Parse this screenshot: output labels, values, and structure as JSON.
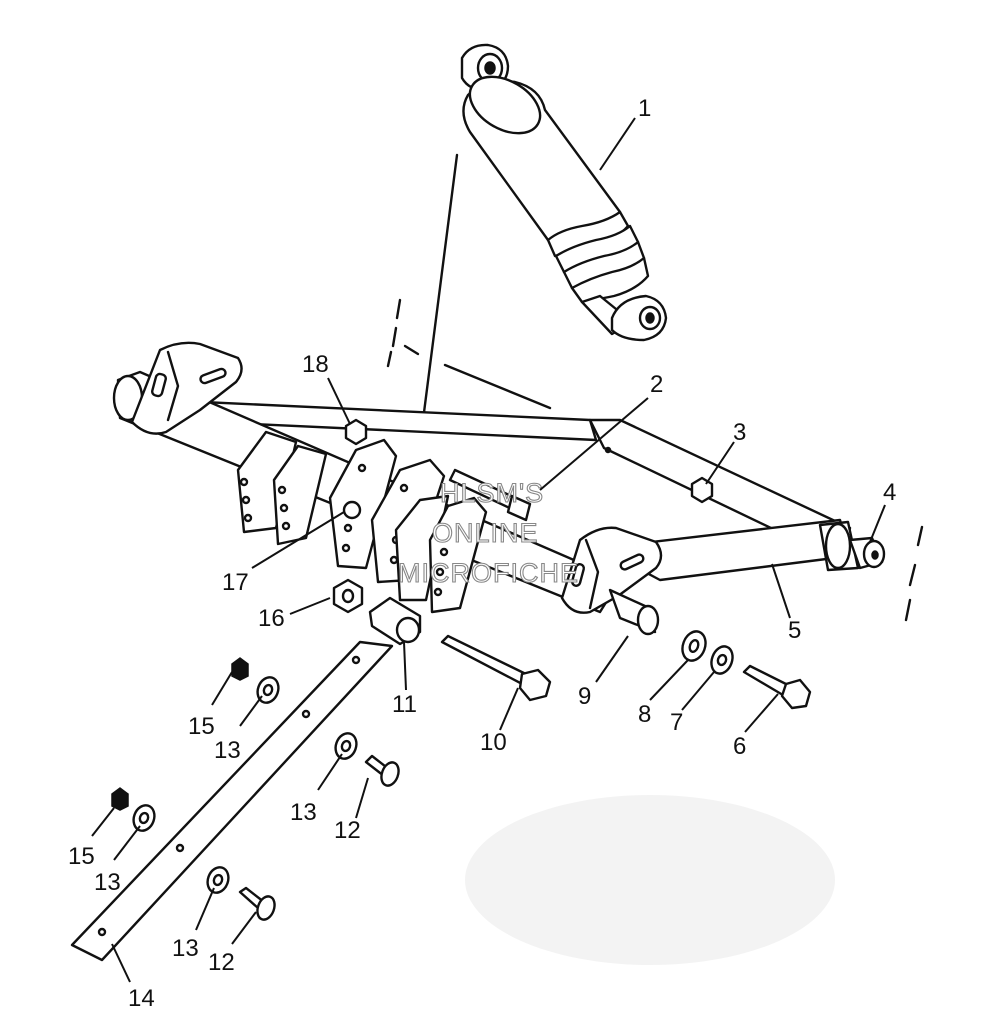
{
  "watermark": {
    "line1": "HLSM'S",
    "line2": "ONLINE",
    "line3": "MICROFICHE"
  },
  "callouts": [
    {
      "number": "1",
      "part": "shock-absorber"
    },
    {
      "number": "2",
      "part": "pivot-bolt"
    },
    {
      "number": "3",
      "part": "nut"
    },
    {
      "number": "4",
      "part": "bushing"
    },
    {
      "number": "5",
      "part": "a-arm"
    },
    {
      "number": "6",
      "part": "bolt"
    },
    {
      "number": "7",
      "part": "lock-washer"
    },
    {
      "number": "8",
      "part": "flat-washer"
    },
    {
      "number": "9",
      "part": "sleeve"
    },
    {
      "number": "10",
      "part": "long-bolt"
    },
    {
      "number": "11",
      "part": "spacer"
    },
    {
      "number": "16",
      "part": "nut"
    },
    {
      "number": "17",
      "part": "bolt"
    },
    {
      "number": "18",
      "part": "nut"
    },
    {
      "number": "15",
      "part": "nut"
    },
    {
      "number": "13",
      "part": "washer"
    },
    {
      "number": "13",
      "part": "washer"
    },
    {
      "number": "12",
      "part": "carriage-bolt"
    },
    {
      "number": "15",
      "part": "nut"
    },
    {
      "number": "13",
      "part": "washer"
    },
    {
      "number": "13",
      "part": "washer"
    },
    {
      "number": "12",
      "part": "carriage-bolt"
    },
    {
      "number": "14",
      "part": "strap"
    }
  ]
}
